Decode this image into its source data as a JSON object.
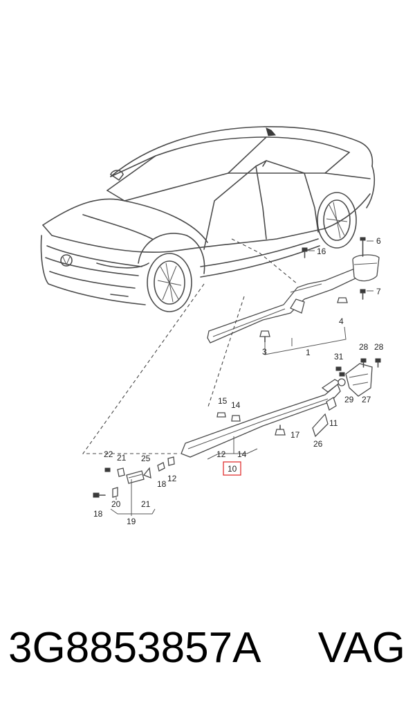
{
  "callouts": [
    {
      "id": "c1",
      "label": "1"
    },
    {
      "id": "c3",
      "label": "3"
    },
    {
      "id": "c4",
      "label": "4"
    },
    {
      "id": "c6",
      "label": "6"
    },
    {
      "id": "c7",
      "label": "7"
    },
    {
      "id": "c16",
      "label": "16"
    },
    {
      "id": "c28a",
      "label": "28"
    },
    {
      "id": "c28b",
      "label": "28"
    },
    {
      "id": "c31",
      "label": "31"
    },
    {
      "id": "c29",
      "label": "29"
    },
    {
      "id": "c27",
      "label": "27"
    },
    {
      "id": "c15",
      "label": "15"
    },
    {
      "id": "c14a",
      "label": "14"
    },
    {
      "id": "c11",
      "label": "11"
    },
    {
      "id": "c17",
      "label": "17"
    },
    {
      "id": "c26",
      "label": "26"
    },
    {
      "id": "c12a",
      "label": "12"
    },
    {
      "id": "c14b",
      "label": "14"
    },
    {
      "id": "c10",
      "label": "10"
    },
    {
      "id": "c22",
      "label": "22"
    },
    {
      "id": "c21a",
      "label": "21"
    },
    {
      "id": "c25",
      "label": "25"
    },
    {
      "id": "c18a",
      "label": "18"
    },
    {
      "id": "c12b",
      "label": "12"
    },
    {
      "id": "c18b",
      "label": "18"
    },
    {
      "id": "c20",
      "label": "20"
    },
    {
      "id": "c21b",
      "label": "21"
    },
    {
      "id": "c19",
      "label": "19"
    }
  ],
  "highlight_color": "#e03030",
  "part_number": "3G8853857A",
  "brand": "VAG"
}
